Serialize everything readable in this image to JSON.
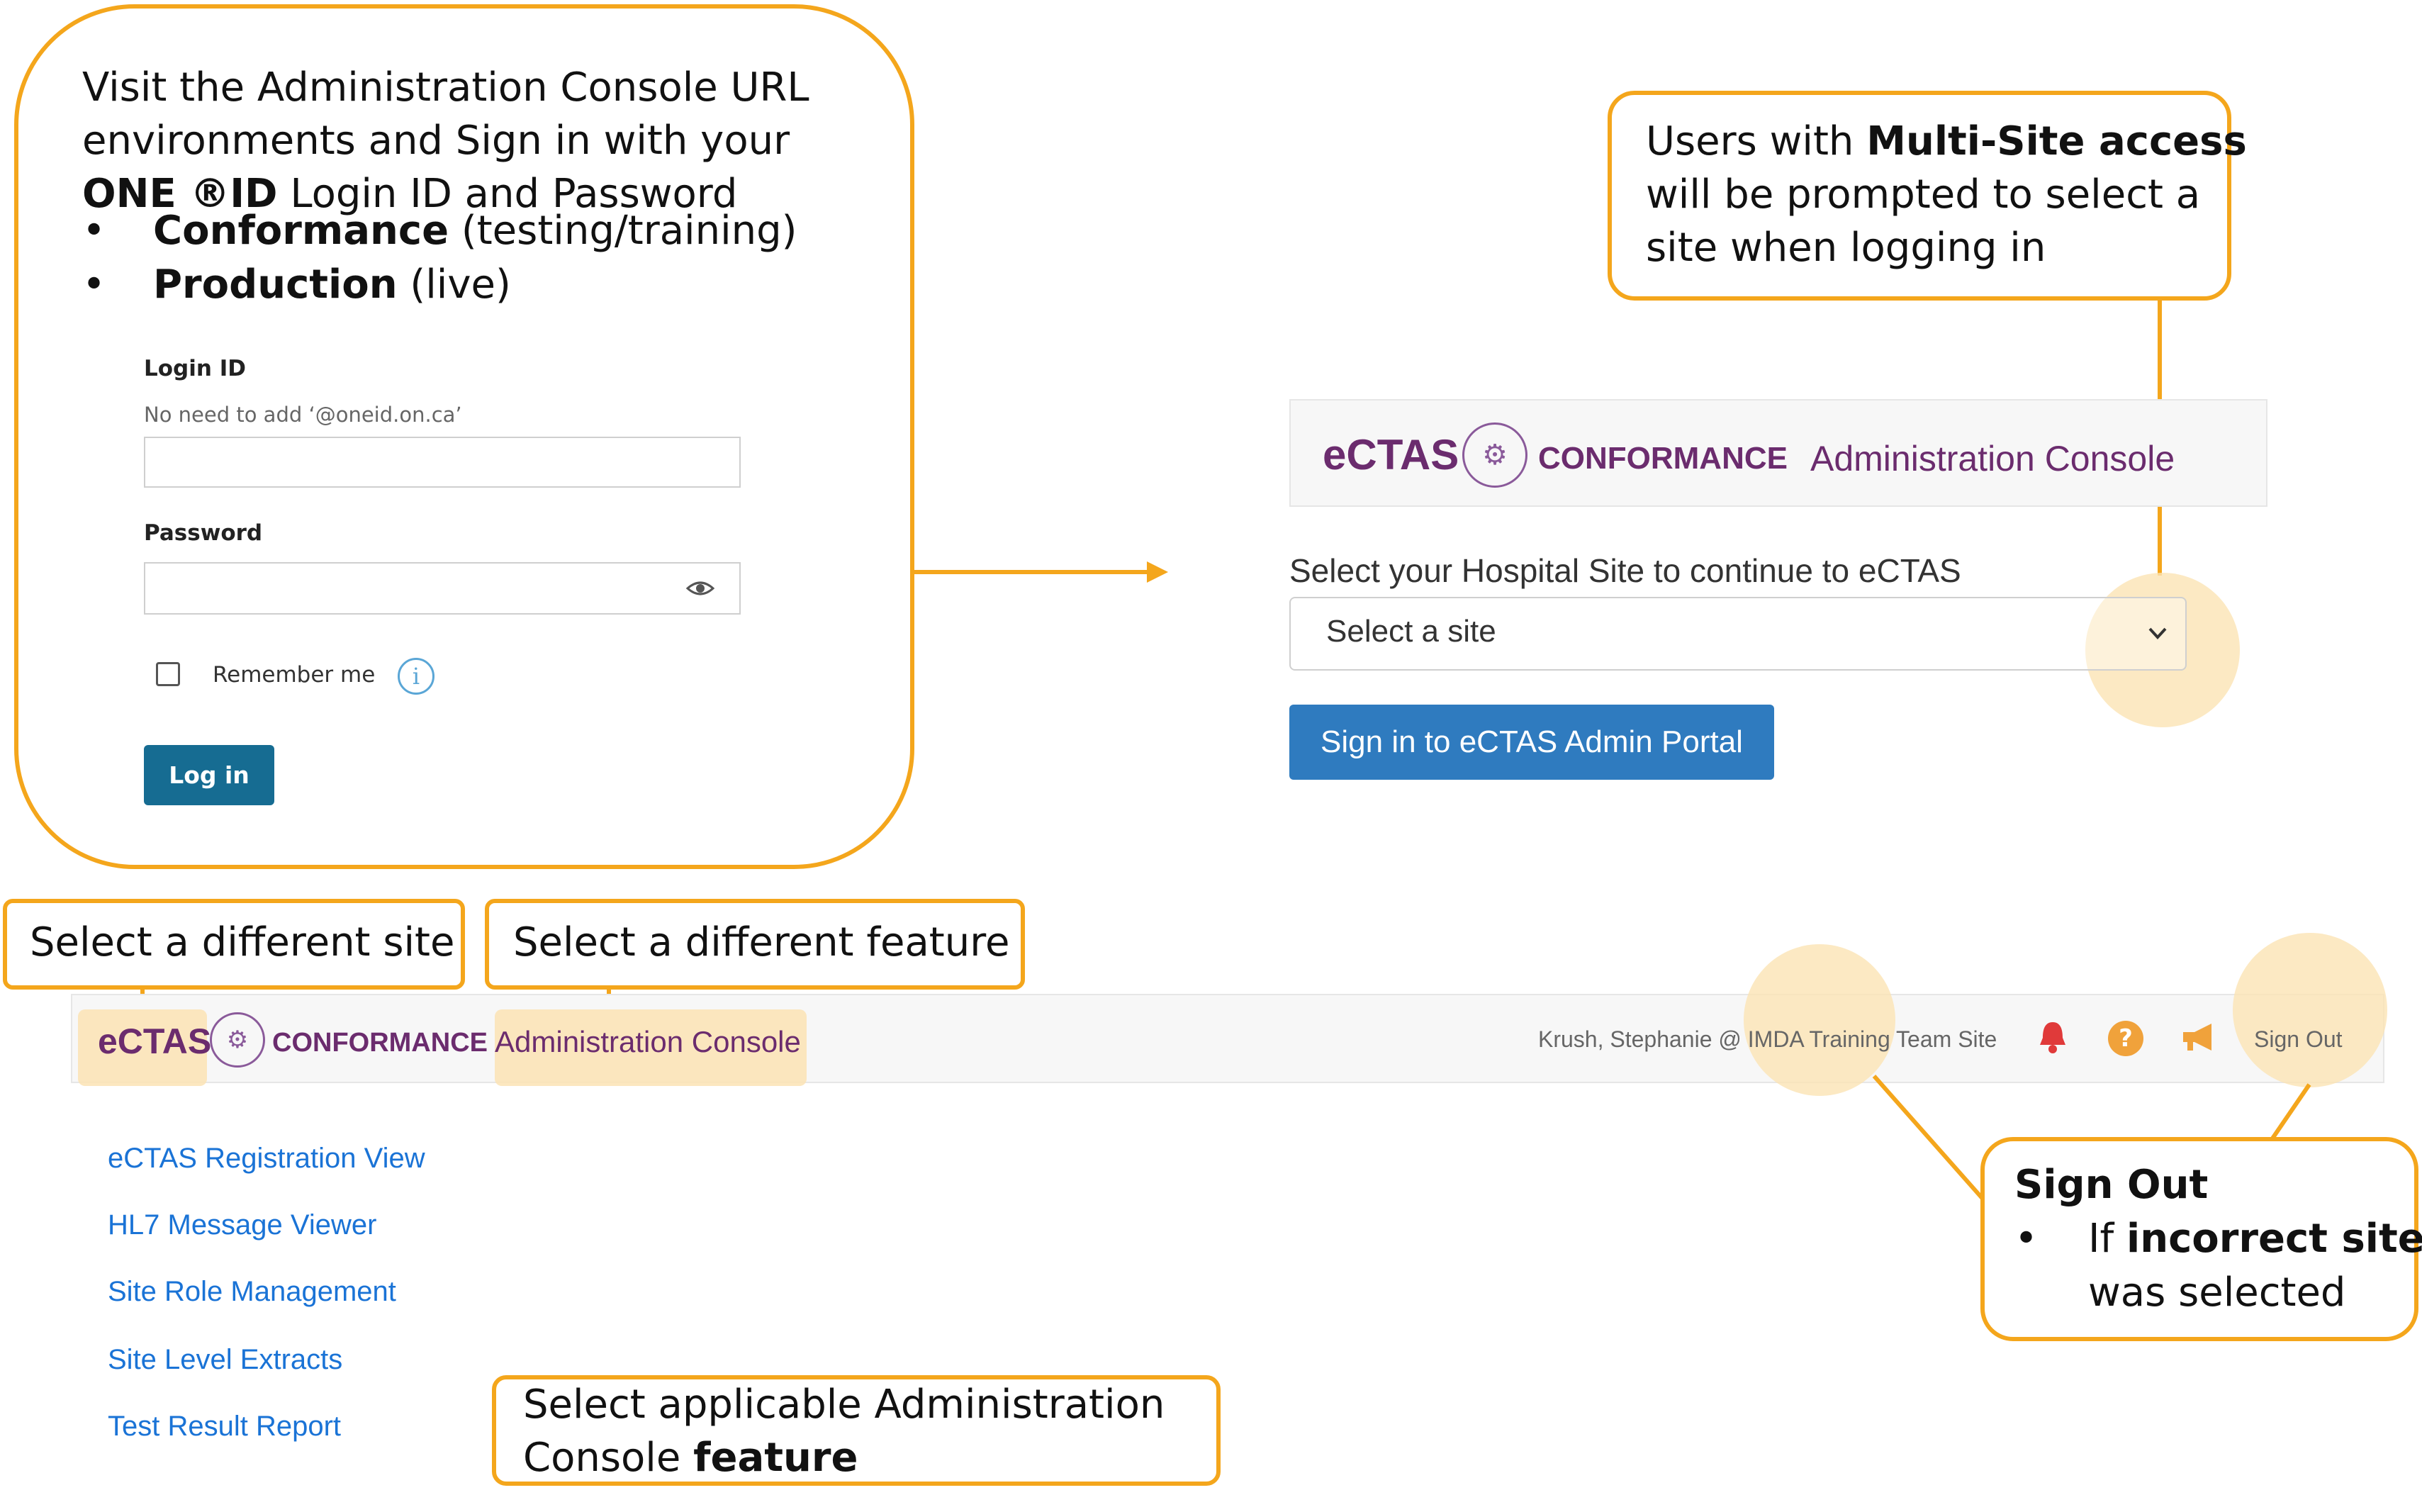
{
  "login_callout": {
    "line1": "Visit the Administration Console URL",
    "line2": "environments and Sign in with your",
    "line3_bold": "ONE ®ID",
    "line3_rest": " Login ID and Password",
    "bullets": [
      {
        "bold": "Conformance",
        "rest": " (testing/training)"
      },
      {
        "bold": "Production",
        "rest": " (live)"
      }
    ],
    "bullet_glyph": "•"
  },
  "login_form": {
    "login_id_label": "Login ID",
    "login_id_hint": "No need to add ‘@oneid.on.ca’",
    "login_id_value": "",
    "password_label": "Password",
    "password_value": "",
    "remember_label": "Remember me",
    "login_button": "Log in",
    "info_glyph": "i"
  },
  "multisite_callout": {
    "prefix": "Users with ",
    "bold": "Multi-Site access",
    "rest_line2": "will be prompted to select a",
    "rest_line3": "site when logging in"
  },
  "site_select_panel": {
    "brand": "eCTAS",
    "env": "CONFORMANCE",
    "title": "Administration Console",
    "prompt": "Select your Hospital Site to continue to eCTAS",
    "select_value": "Select a site",
    "sign_in_button": "Sign in to eCTAS Admin Portal"
  },
  "labels": {
    "different_site": "Select a different site",
    "different_feature": "Select a different feature",
    "applicable_line1": "Select applicable Administration",
    "applicable_line2_prefix": "Console ",
    "applicable_line2_bold": "feature"
  },
  "header_bar": {
    "brand": "eCTAS",
    "env": "CONFORMANCE",
    "title": "Administration Console",
    "user_site": "Krush, Stephanie @ IMDA Training Team Site",
    "sign_out": "Sign Out",
    "help_glyph": "?"
  },
  "features": [
    "eCTAS Registration View",
    "HL7 Message Viewer",
    "Site Role Management",
    "Site Level Extracts",
    "Test Result Report"
  ],
  "signout_callout": {
    "title": "Sign Out",
    "bullet": "•",
    "bold": "incorrect site",
    "prefix": "If ",
    "line2": "was selected"
  },
  "colors": {
    "accent_orange": "#f4a61c",
    "highlight": "#fbe3b4",
    "brand_purple": "#6b2c6e",
    "link_blue": "#1a73d6",
    "login_button": "#166c92",
    "primary_button": "#2f7bbf",
    "bell_red": "#e03a3a",
    "help_orange": "#f0a23b"
  }
}
